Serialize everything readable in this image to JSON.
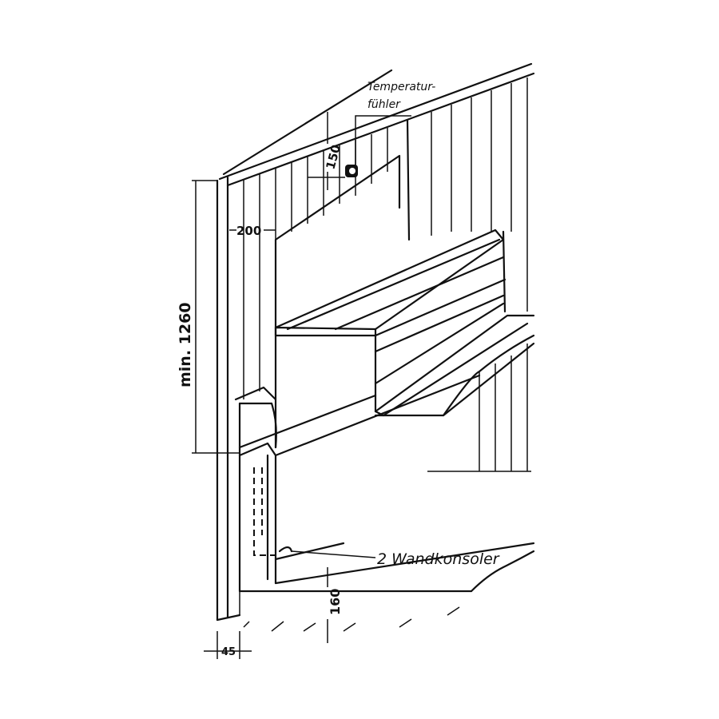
{
  "labels": {
    "sensor_line1": "Temperatur-",
    "sensor_line2": "fühler",
    "dim_top": "150",
    "dim_side": "200",
    "dim_height": "min. 1260",
    "brackets": "2 Wandkonsoler",
    "dim_floor": "160",
    "dim_wall": "45"
  }
}
